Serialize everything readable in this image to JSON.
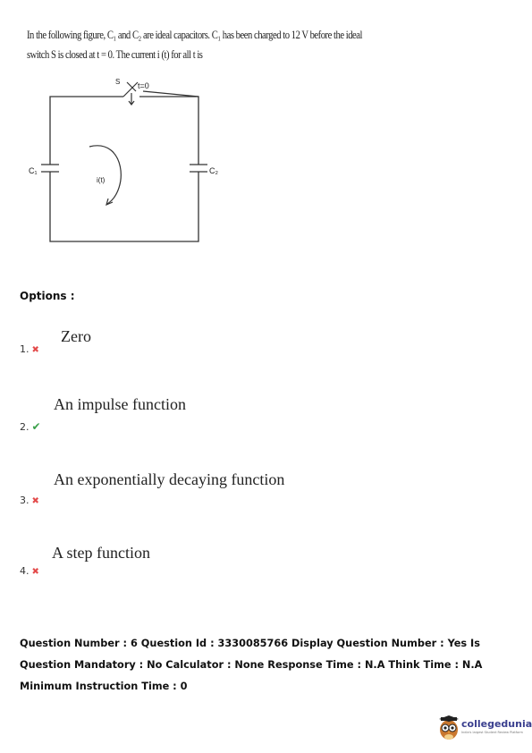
{
  "question": {
    "line1": "In the following figure, C₁ and C₂ are ideal capacitors. C₁ has been charged to 12 V before the ideal",
    "line2": "switch S is closed at t = 0. The current i (t) for all t is"
  },
  "circuit": {
    "switch_label": "S",
    "switch_time_label": "t=0",
    "c1_label": "C₁",
    "c2_label": "C₂",
    "current_label": "i(t)"
  },
  "options_heading": "Options :",
  "options": [
    {
      "number": "1.",
      "text": "Zero",
      "status": "wrong",
      "mark": "✖"
    },
    {
      "number": "2.",
      "text": "An impulse function",
      "status": "correct",
      "mark": "✔"
    },
    {
      "number": "3.",
      "text": "An exponentially decaying function",
      "status": "wrong",
      "mark": "✖"
    },
    {
      "number": "4.",
      "text": "A step function",
      "status": "wrong",
      "mark": "✖"
    }
  ],
  "meta": {
    "text": "Question Number : 6 Question Id : 3330085766 Display Question Number : Yes Is Question Mandatory : No Calculator : None Response Time : N.A Think Time : N.A Minimum Instruction Time : 0"
  },
  "logo": {
    "name": "collegedunia",
    "tagline": "India's largest Student Review Platform",
    "icon": "owl-mascot-icon"
  },
  "colors": {
    "wrong": "#e34b4b",
    "correct": "#3aa04a",
    "logo": "#3a3f8f"
  }
}
